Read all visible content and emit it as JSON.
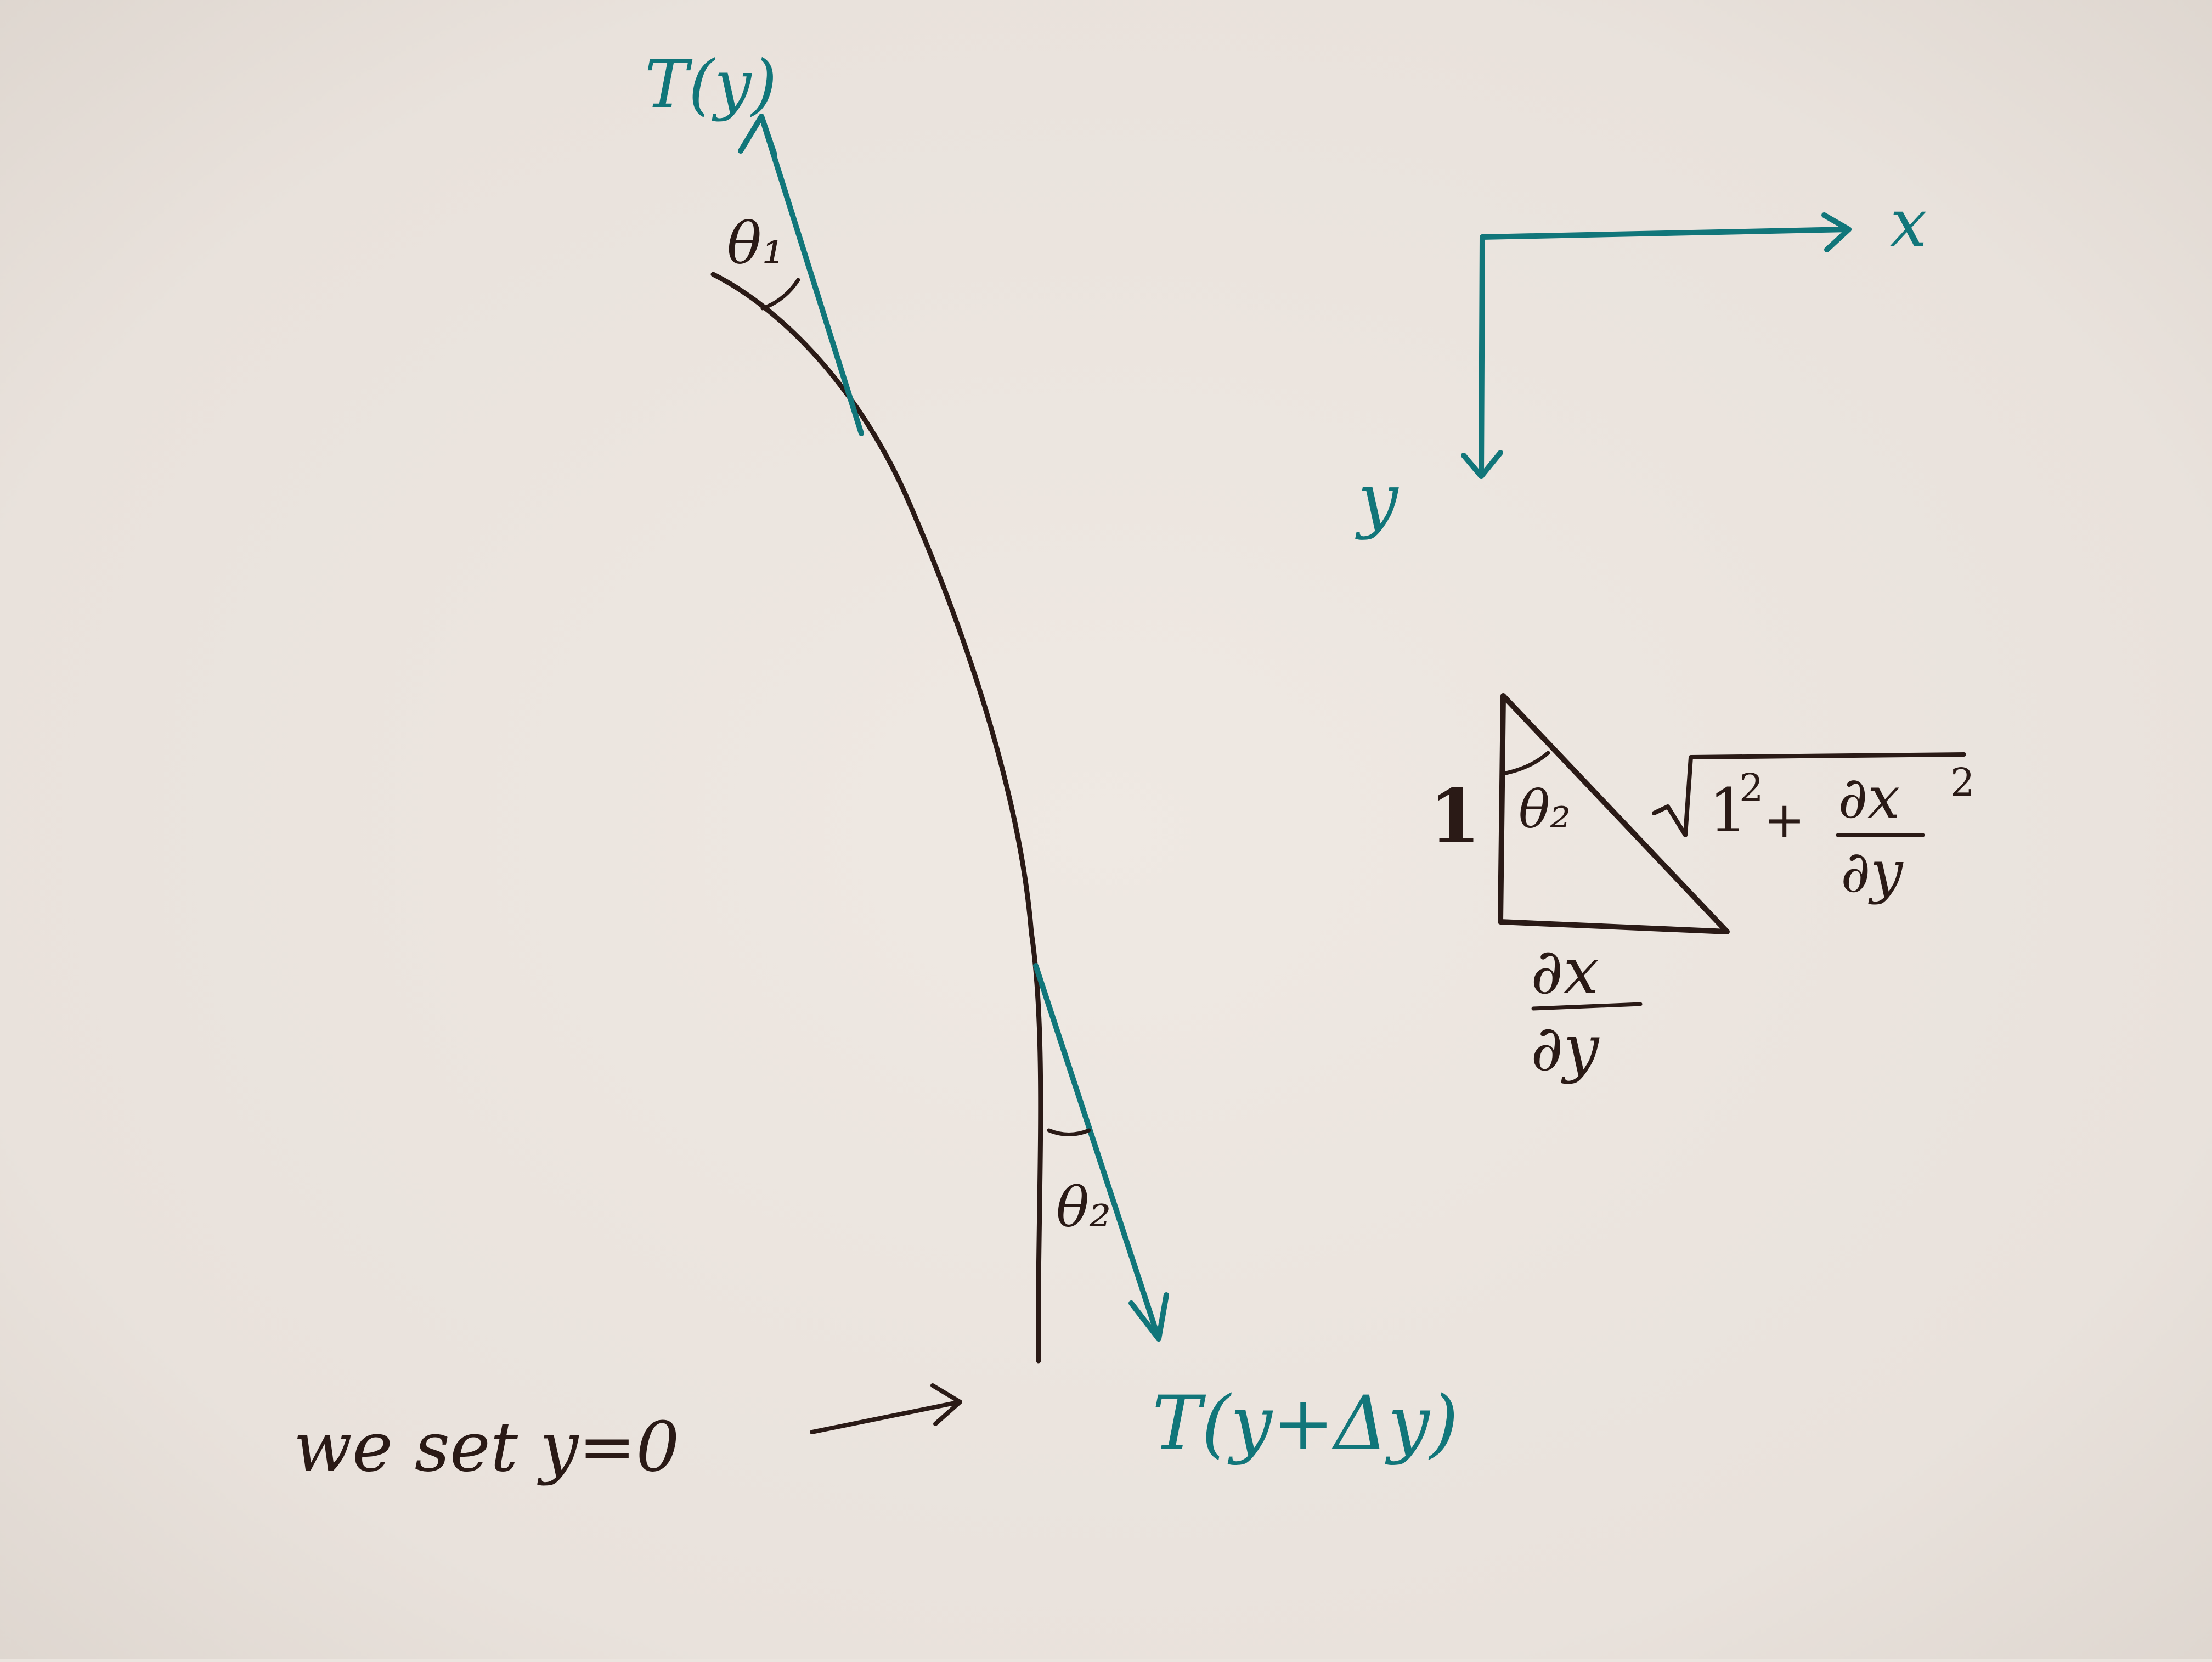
{
  "colors": {
    "paper": "#ebe5df",
    "ink": "#2a1a16",
    "teal": "#11767a"
  },
  "labels": {
    "tension_top": "T(y)",
    "tension_bottom": "T(y+Δy)",
    "theta_1": "θ₁",
    "theta_2_curve": "θ₂",
    "theta_2_triangle": "θ₂",
    "axis_x": "x",
    "axis_y": "y",
    "side_vertical": "1",
    "side_horizontal_num": "∂x",
    "side_horizontal_den": "∂y",
    "hyp_one": "1",
    "hyp_sq": "2",
    "hyp_plus": "+",
    "hyp_num": "∂x",
    "hyp_den": "∂y",
    "hyp_exp": "2",
    "note": "we set y=0"
  }
}
